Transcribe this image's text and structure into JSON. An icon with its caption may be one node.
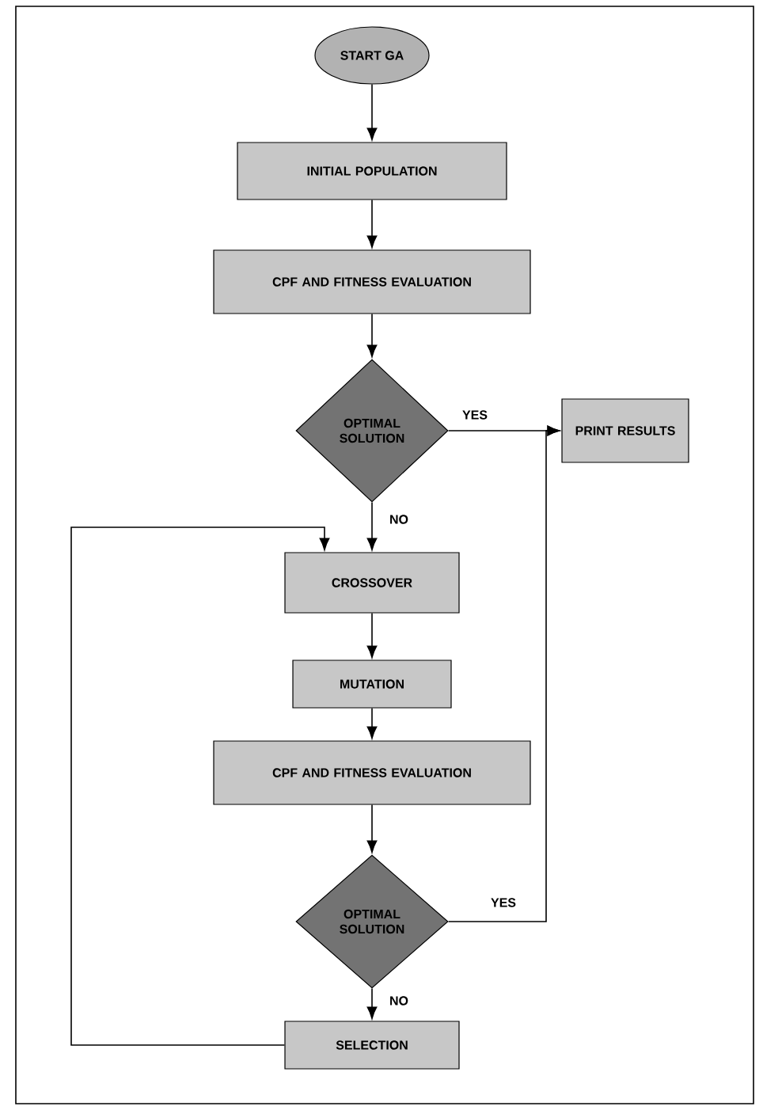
{
  "diagram": {
    "nodes": [
      {
        "text": [
          "START GA"
        ]
      },
      {
        "text": [
          "INITIAL POPULATION"
        ]
      },
      {
        "text": [
          "CPF AND FITNESS EVALUATION"
        ]
      },
      {
        "text": [
          "OPTIMAL SOLUTION"
        ]
      },
      {
        "text": [
          "PRINT RESULTS"
        ]
      },
      {
        "text": [
          "CROSSOVER"
        ]
      },
      {
        "text": [
          "MUTATION"
        ]
      },
      {
        "text": [
          "CPF AND FITNESS EVALUATION"
        ]
      },
      {
        "text": [
          "OPTIMAL SOLUTION"
        ]
      },
      {
        "text": [
          "SELECTION"
        ]
      }
    ],
    "edges": [
      {
        "from": 0,
        "to": 1,
        "arrow": "to"
      },
      {
        "from": 1,
        "to": 2,
        "arrow": "to"
      },
      {
        "from": 2,
        "to": 3,
        "arrow": "to"
      },
      {
        "from": 3,
        "to": 4,
        "arrow": "to",
        "label": "YES"
      },
      {
        "from": 3,
        "to": 5,
        "arrow": "to",
        "label": "NO"
      },
      {
        "from": 5,
        "to": 6,
        "arrow": "to"
      },
      {
        "from": 6,
        "to": 7,
        "arrow": "to"
      },
      {
        "from": 7,
        "to": 8,
        "arrow": "to"
      },
      {
        "from": 8,
        "to": 4,
        "arrow": "to",
        "label": "YES"
      },
      {
        "from": 8,
        "to": 9,
        "arrow": "to",
        "label": "NO"
      },
      {
        "from": 9,
        "to": 5,
        "arrow": "to"
      }
    ]
  }
}
